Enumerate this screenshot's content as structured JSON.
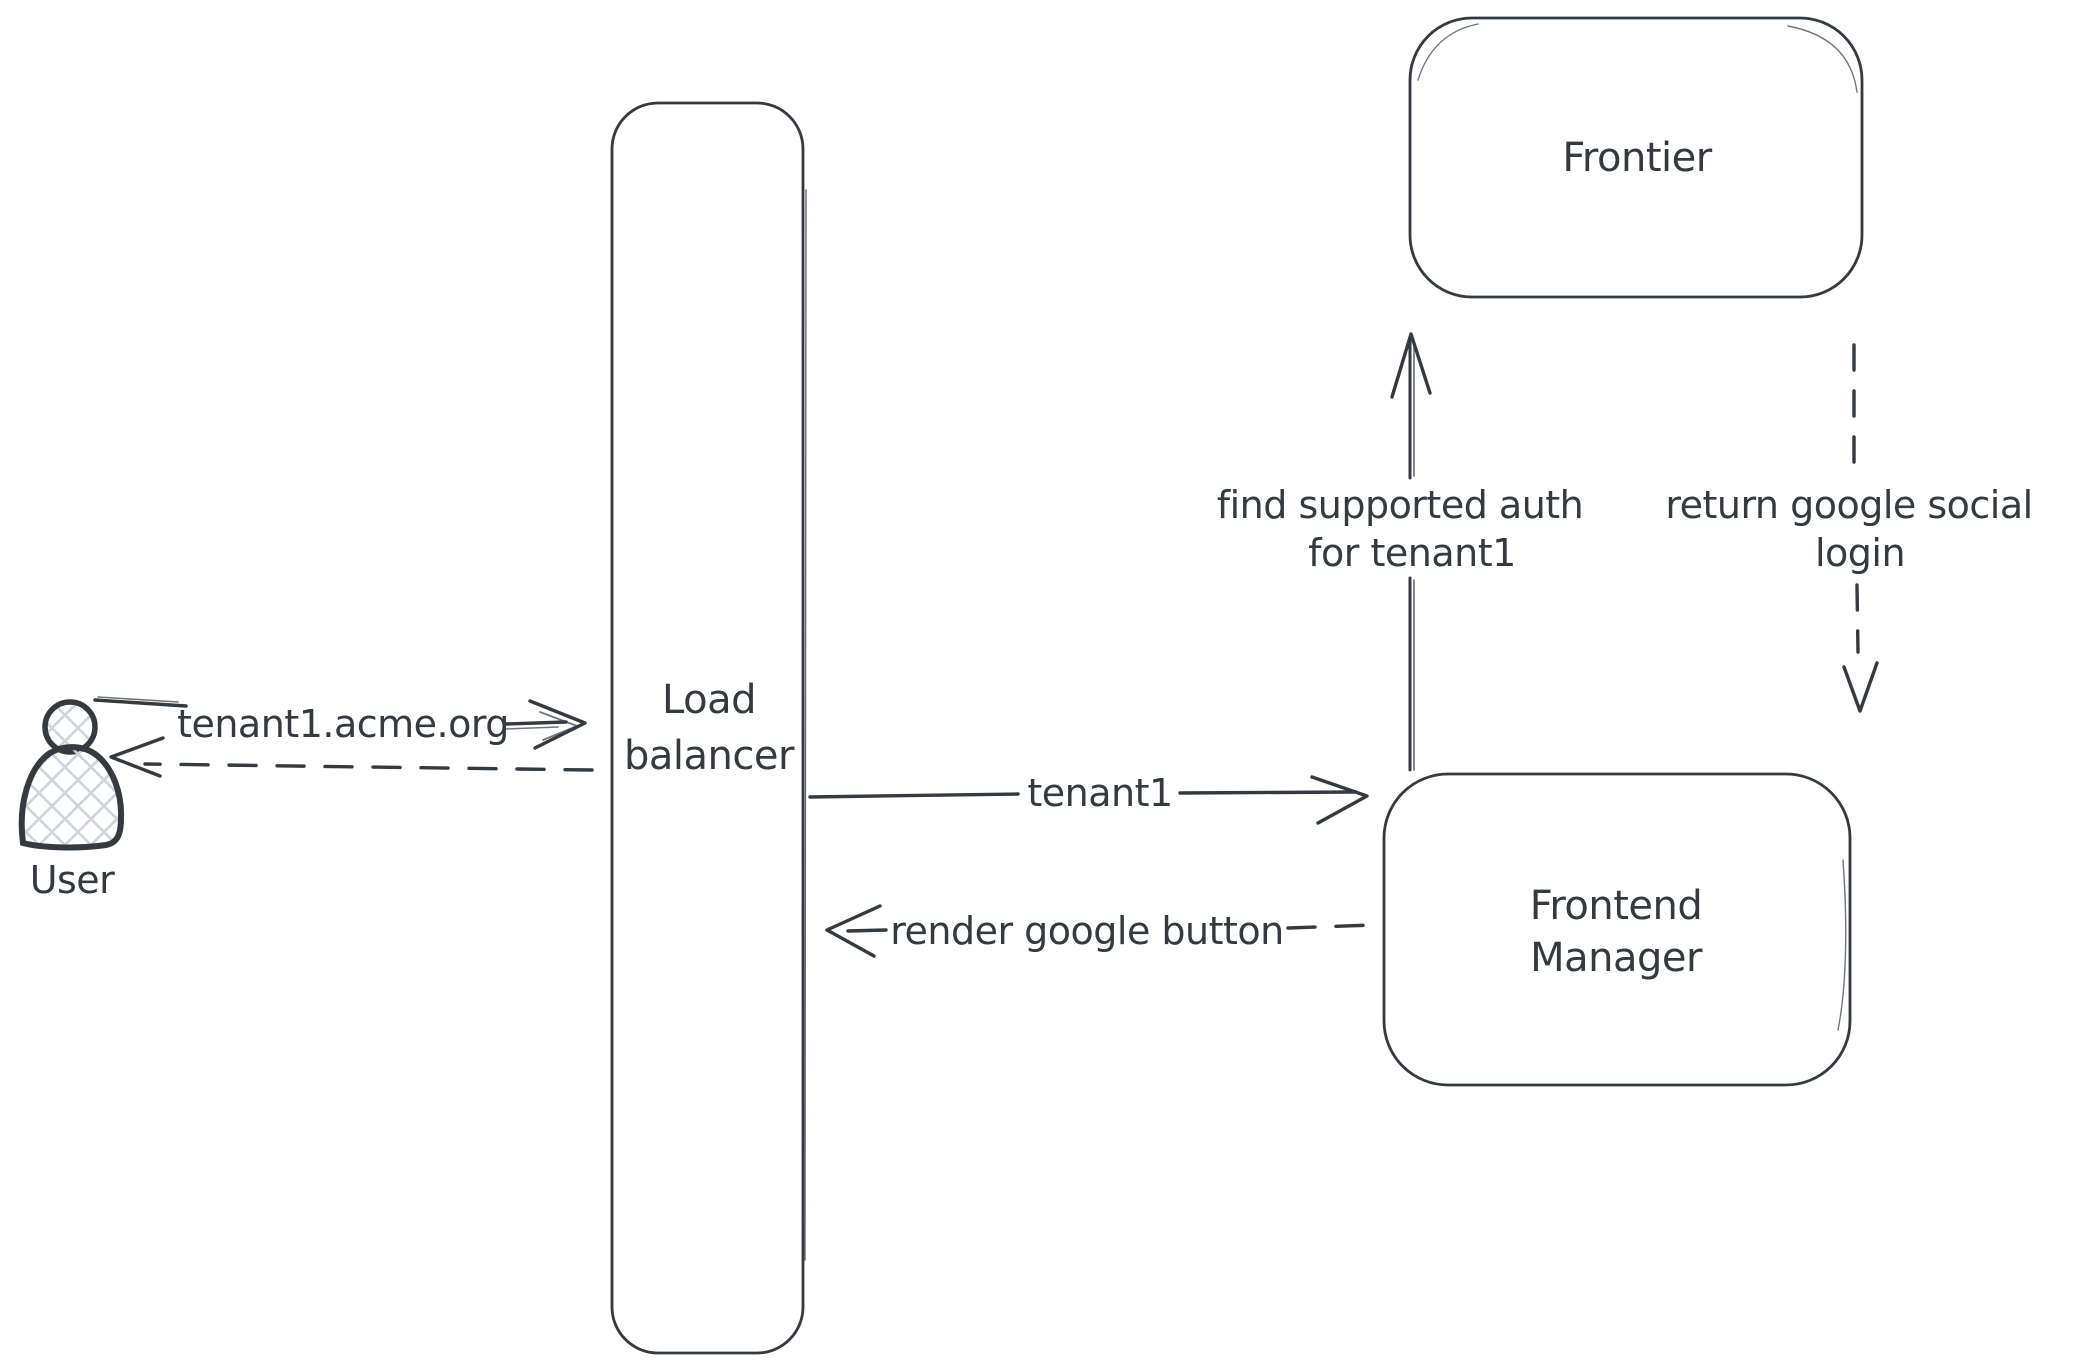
{
  "diagram": {
    "title": "tenant social-login sequence sketch",
    "colors": {
      "stroke": "#343a40",
      "text": "#343a40",
      "hatch_fill": "#ccd3db",
      "background": "#ffffff"
    },
    "nodes": {
      "user": {
        "label": "User",
        "shape": "person-icon"
      },
      "load_balancer": {
        "lines": [
          "Load",
          "balancer"
        ],
        "shape": "tall-rounded-rect"
      },
      "frontier": {
        "label": "Frontier",
        "shape": "rounded-rect"
      },
      "frontend_manager": {
        "lines": [
          "Frontend",
          "Manager"
        ],
        "shape": "rounded-rect"
      }
    },
    "edges": {
      "user_request": {
        "from": "user",
        "to": "load_balancer",
        "style": "solid",
        "direction": "right",
        "label": "tenant1.acme.org"
      },
      "lb_response_to_user": {
        "from": "load_balancer",
        "to": "user",
        "style": "dashed",
        "direction": "left",
        "label": ""
      },
      "lb_forward_tenant": {
        "from": "load_balancer",
        "to": "frontend_manager",
        "style": "solid",
        "direction": "right",
        "label": "tenant1"
      },
      "fm_render_button": {
        "from": "frontend_manager",
        "to": "load_balancer",
        "style": "dashed",
        "direction": "left",
        "label": "render google button"
      },
      "fm_find_auth": {
        "from": "frontend_manager",
        "to": "frontier",
        "style": "solid",
        "direction": "up",
        "lines": [
          "find supported auth",
          "for tenant1"
        ]
      },
      "frontier_return_login": {
        "from": "frontier",
        "to": "frontend_manager",
        "style": "dashed",
        "direction": "down",
        "lines": [
          "return google social",
          "login"
        ]
      }
    }
  }
}
